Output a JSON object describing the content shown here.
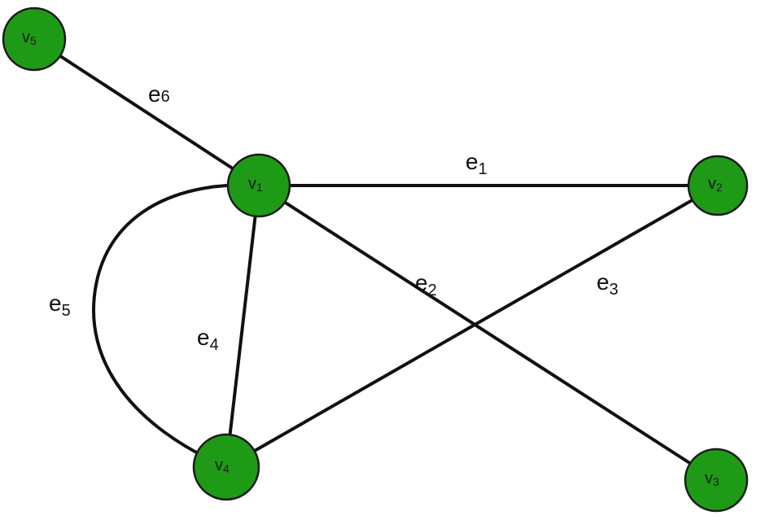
{
  "colors": {
    "node_fill": "#1f9a17",
    "node_stroke": "#1a1a1a",
    "edge_stroke": "#111111",
    "background": "#ffffff"
  },
  "nodes": [
    {
      "id": "v1",
      "label": "v",
      "sub": "1"
    },
    {
      "id": "v2",
      "label": "v",
      "sub": "2"
    },
    {
      "id": "v3",
      "label": "v",
      "sub": "3"
    },
    {
      "id": "v4",
      "label": "v",
      "sub": "4"
    },
    {
      "id": "v5",
      "label": "v",
      "sub": "5"
    }
  ],
  "edges": [
    {
      "id": "e1",
      "label": "e",
      "sub": "1",
      "from": "v1",
      "to": "v2"
    },
    {
      "id": "e2",
      "label": "e",
      "sub": "2",
      "from": "v1",
      "to": "v3"
    },
    {
      "id": "e3",
      "label": "e",
      "sub": "3",
      "from": "v2",
      "to": "v4"
    },
    {
      "id": "e4",
      "label": "e",
      "sub": "4",
      "from": "v1",
      "to": "v4"
    },
    {
      "id": "e5",
      "label": "e",
      "sub": "5",
      "from": "v1",
      "to": "v4"
    },
    {
      "id": "e6",
      "label": "e",
      "sub": "6",
      "from": "v5",
      "to": "v1"
    }
  ]
}
